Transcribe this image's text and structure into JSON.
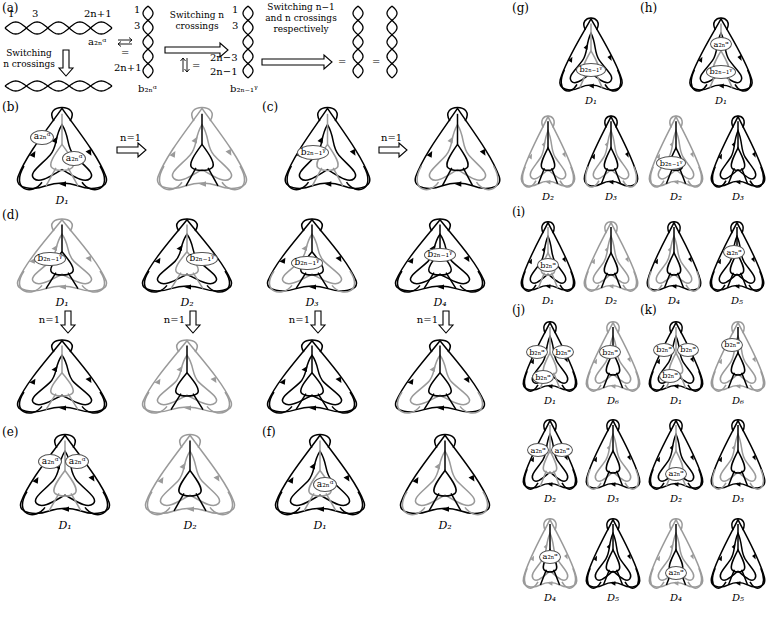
{
  "diagram": {
    "nodes": [
      {
        "text": [
          "a₂ₙᵅ"
        ]
      },
      {
        "text": [
          "a₂ₙᵅ"
        ]
      },
      {
        "text": [
          "b₂ₙ₋₁ᵞ"
        ]
      },
      {
        "text": [
          "b₂ₙ₋₁ᵞ"
        ]
      },
      {
        "text": [
          "b₂ₙ₋₁ᵞ"
        ]
      },
      {
        "text": [
          "b₂ₙ₋₁ᵞ"
        ]
      },
      {
        "text": [
          "b₂ₙ₋₁ᵞ"
        ]
      },
      {
        "text": [
          "a₂ₙᵅ"
        ]
      },
      {
        "text": [
          "a₂ₙᵅ"
        ]
      },
      {
        "text": [
          "a₂ₙᵅ"
        ]
      },
      {
        "text": [
          "b₂ₙ₋₁ᵞ"
        ]
      },
      {
        "text": [
          "a₂ₙᵅ"
        ]
      },
      {
        "text": [
          "b₂ₙ₋₁ᵞ"
        ]
      },
      {
        "text": [
          "b₂ₙ₋₁ᵞ"
        ]
      },
      {
        "text": [
          "b₂ₙᵅ"
        ]
      },
      {
        "text": [
          "a₂ₙᵅ"
        ]
      },
      {
        "text": [
          "b₂ₙᵅ"
        ]
      },
      {
        "text": [
          "b₂ₙᵅ"
        ]
      },
      {
        "text": [
          "b₂ₙᵅ"
        ]
      },
      {
        "text": [
          "b₂ₙᵅ"
        ]
      },
      {
        "text": [
          "a₂ₙᵅ"
        ]
      },
      {
        "text": [
          "a₂ₙᵅ"
        ]
      },
      {
        "text": [
          "a₂ₙᵅ"
        ]
      },
      {
        "text": [
          "b₂ₙᵅ"
        ]
      },
      {
        "text": [
          "b₂ₙᵅ"
        ]
      },
      {
        "text": [
          "b₂ₙᵅ"
        ]
      },
      {
        "text": [
          "b₂ₙᵅ"
        ]
      },
      {
        "text": [
          "a₂ₙᵅ"
        ]
      },
      {
        "text": [
          "a₂ₙᵅ"
        ]
      }
    ],
    "labels": [
      "(a)",
      "1",
      "3",
      "2n+1",
      "a₂ₙᵅ",
      "Switching n crossings",
      "=",
      "1",
      "3",
      "2n+1",
      "b₂ₙᵅ",
      "Switching n crossings",
      "=",
      "1",
      "3",
      "2n−3",
      "2n−1",
      "b₂ₙ₋₁ᵞ",
      "Switching n−1 and n crossings respectively",
      "=",
      "=",
      "(b)",
      "n=1",
      "D₁",
      "(c)",
      "n=1",
      "(d)",
      "D₁",
      "D₂",
      "D₃",
      "D₄",
      "n=1",
      "n=1",
      "n=1",
      "n=1",
      "(e)",
      "D₁",
      "D₂",
      "(f)",
      "D₁",
      "D₂",
      "(g)",
      "D₁",
      "D₂",
      "D₃",
      "(h)",
      "D₁",
      "D₂",
      "D₃",
      "(i)",
      "D₁",
      "D₂",
      "D₄",
      "D₅",
      "(j)",
      "D₁",
      "D₆",
      "D₂",
      "D₃",
      "D₄",
      "D₅",
      "(k)",
      "D₁",
      "D₆",
      "D₂",
      "D₃",
      "D₄",
      "D₅"
    ]
  }
}
